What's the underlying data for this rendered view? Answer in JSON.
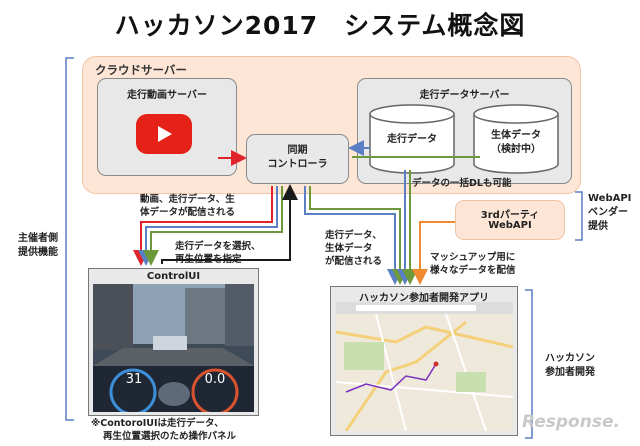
{
  "title": "ハッカソン2017　システム概念図",
  "cloud": {
    "label": "クラウドサーバー",
    "video_server": "走行動画サーバー",
    "data_server": "走行データサーバー",
    "driving_data": "走行データ",
    "bio_data_line1": "生体データ",
    "bio_data_line2": "（検討中）",
    "sync_controller_line1": "同期",
    "sync_controller_line2": "コントローラ"
  },
  "notes": {
    "bulk_dl": "データの一括DLも可能",
    "delivered_to_ui_line1": "動画、走行データ、生",
    "delivered_to_ui_line2": "体データが配信される",
    "select_line1": "走行データを選択、",
    "select_line2": "再生位置を指定",
    "delivered_to_app_line1": "走行データ、",
    "delivered_to_app_line2": "生体データ",
    "delivered_to_app_line3": "が配信される",
    "mashup_line1": "マッシュアップ用に",
    "mashup_line2": "様々なデータを配信"
  },
  "third_party": {
    "line1": "3rdパーティ",
    "line2": "WebAPI"
  },
  "side_labels": {
    "webapi_vendor_line1": "WebAPI",
    "webapi_vendor_line2": "ベンダー",
    "webapi_vendor_line3": "提供",
    "organizer_line1": "主催者側",
    "organizer_line2": "提供機能",
    "hackathon_line1": "ハッカソン",
    "hackathon_line2": "参加者開発"
  },
  "control_ui": {
    "title": "ControlUI",
    "gauge_left": "31",
    "gauge_right": "0.0",
    "caption_line1": "※ContoroIUIは走行データ、",
    "caption_line2": "再生位置選択のため操作パネル"
  },
  "hackathon_app": {
    "title": "ハッカソン参加者開発アプリ"
  },
  "watermark": "Response.",
  "colors": {
    "red": "#e0242a",
    "green": "#6c9a3a",
    "blue": "#5b7fc4",
    "orange": "#f08a30",
    "black": "#1a1a1a",
    "cloud_fill": "#fde6d6"
  },
  "icons": [
    "youtube-play-icon"
  ]
}
